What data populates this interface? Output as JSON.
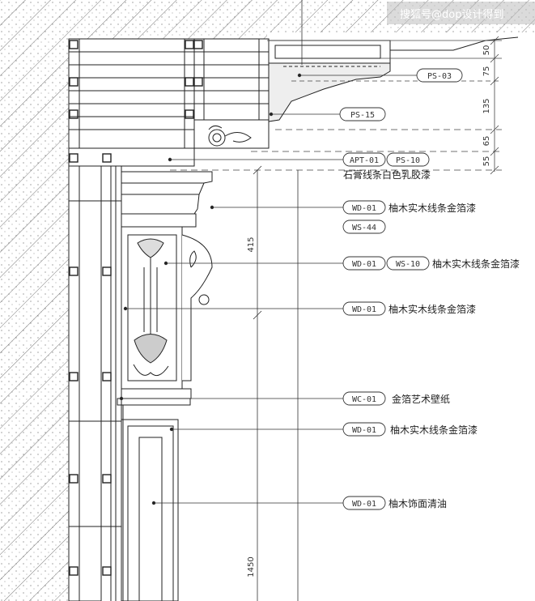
{
  "watermark": "搜狐号@dop设计得到",
  "dimensions": {
    "right_column": [
      "50",
      "75",
      "135",
      "65",
      "55"
    ],
    "pilaster_height": "415",
    "panel_height": "1450"
  },
  "callouts": [
    {
      "tags": [
        "PS-03"
      ],
      "note": ""
    },
    {
      "tags": [
        "PS-15"
      ],
      "note": ""
    },
    {
      "tags": [
        "APT-01",
        "PS-10"
      ],
      "note": "石膏线条白色乳胶漆"
    },
    {
      "tags": [
        "WD-01"
      ],
      "note": "柚木实木线条金箔漆"
    },
    {
      "tags": [
        "WS-44"
      ],
      "note": ""
    },
    {
      "tags": [
        "WD-01",
        "WS-10"
      ],
      "note": "柚木实木线条金箔漆"
    },
    {
      "tags": [
        "WD-01"
      ],
      "note": "柚木实木线条金箔漆"
    },
    {
      "tags": [
        "WC-01"
      ],
      "note": "金箔艺术壁纸"
    },
    {
      "tags": [
        "WD-01"
      ],
      "note": "柚木实木线条金箔漆"
    },
    {
      "tags": [
        "WD-01"
      ],
      "note": "柚木饰面清油"
    }
  ]
}
